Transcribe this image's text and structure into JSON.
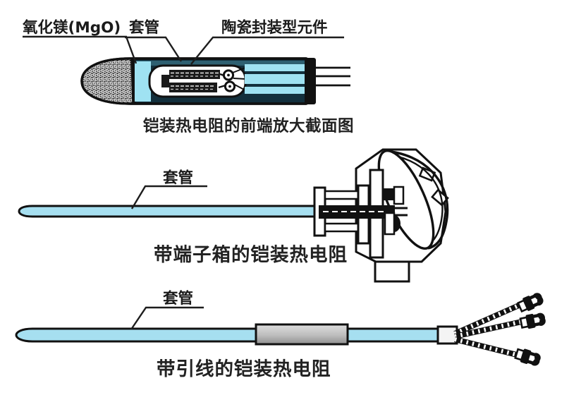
{
  "colors": {
    "outline": "#111111",
    "tube_fill": "#a6dff0",
    "tube_dark": "#13303d",
    "tube_band": "#2e6071",
    "stripe": "#9fe2f2",
    "sleeve_gray": "#b5b5b5",
    "background": "#ffffff"
  },
  "figures": [
    {
      "caption": "铠装热电阻的前端放大截面图",
      "labels": [
        {
          "text": "氧化镁(MgO)"
        },
        {
          "text": "套管"
        },
        {
          "text": "陶瓷封装型元件"
        }
      ]
    },
    {
      "caption": "带端子箱的铠装热电阻",
      "labels": [
        {
          "text": "套管"
        }
      ]
    },
    {
      "caption": "带引线的铠装热电阻",
      "labels": [
        {
          "text": "套管"
        }
      ]
    }
  ]
}
